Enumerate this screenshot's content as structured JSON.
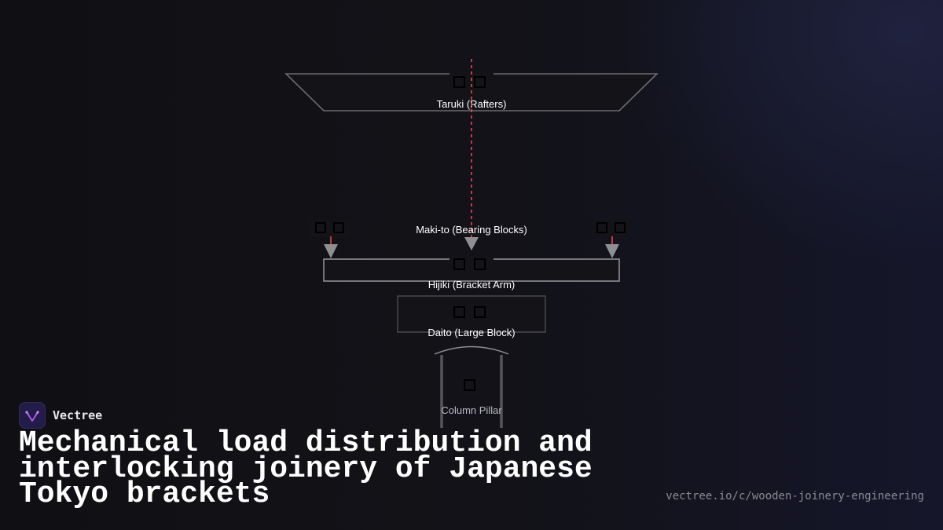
{
  "diagram": {
    "labels": {
      "taruki": "Taruki (Rafters)",
      "makito": "Maki-to (Bearing Blocks)",
      "hijiki": "Hijiki (Bracket Arm)",
      "daito": "Daito (Large Block)",
      "pillar": "Column Pillar"
    },
    "colors": {
      "outline": "#6b6b70",
      "load_line": "#e5484d",
      "arrow": "#8e8e93",
      "text": "#ffffff"
    }
  },
  "brand": {
    "name": "Vectree",
    "logo_icon": "vectree-logo-icon"
  },
  "title": "Mechanical load distribution and interlocking joinery of Japanese Tokyo brackets",
  "url": "vectree.io/c/wooden-joinery-engineering"
}
